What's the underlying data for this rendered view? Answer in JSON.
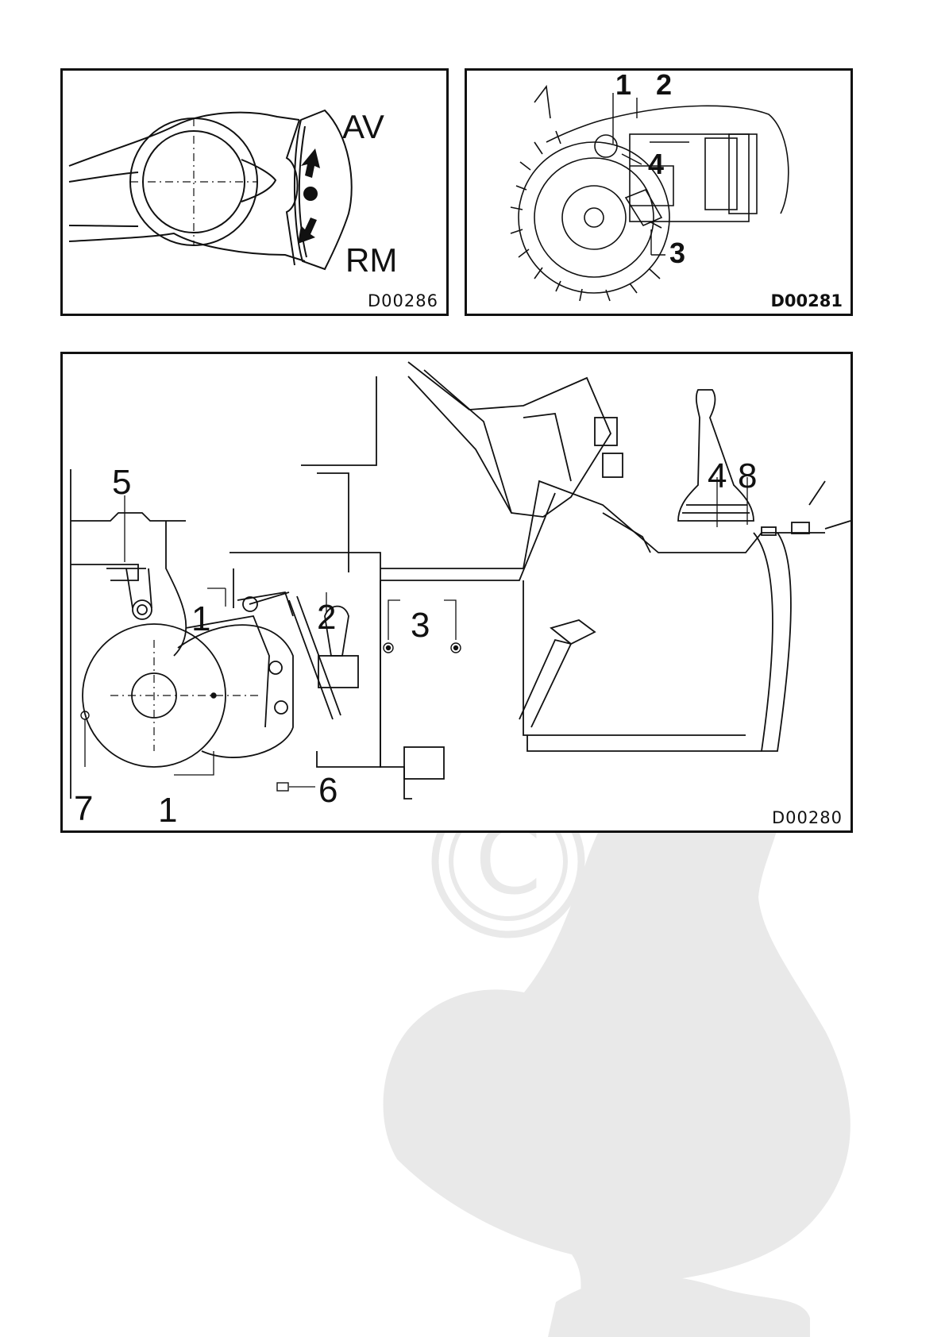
{
  "figures": [
    {
      "id": "D00286",
      "labels": {
        "forward": "AV",
        "reverse": "RM"
      }
    },
    {
      "id": "D00281",
      "callouts": [
        "1",
        "2",
        "3",
        "4"
      ]
    },
    {
      "id": "D00280",
      "callouts": [
        "5",
        "1",
        "2",
        "3",
        "4",
        "8",
        "7",
        "1",
        "6"
      ]
    }
  ],
  "watermark": {
    "description": "copyright beaver",
    "color": "#e6e6e6"
  }
}
